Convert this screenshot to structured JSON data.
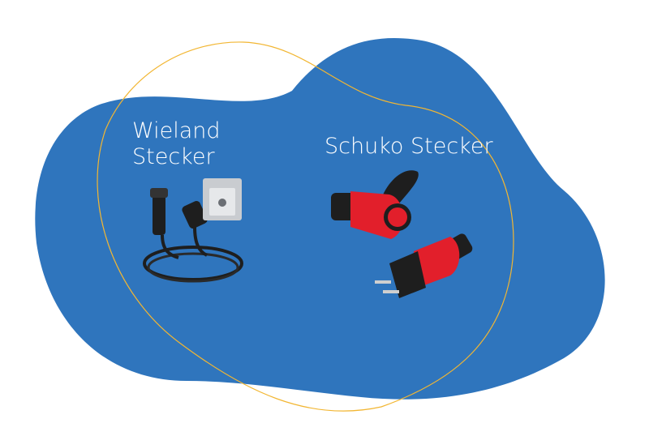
{
  "labels": {
    "wieland_line1": "Wieland",
    "wieland_line2": "Stecker",
    "schuko": "Schuko Stecker"
  },
  "colors": {
    "blob": "#2f75bd",
    "outline": "#f2b632",
    "plug_red": "#e21f2b",
    "plug_black": "#1e1e1e",
    "socket_grey": "#c9ccd0"
  }
}
